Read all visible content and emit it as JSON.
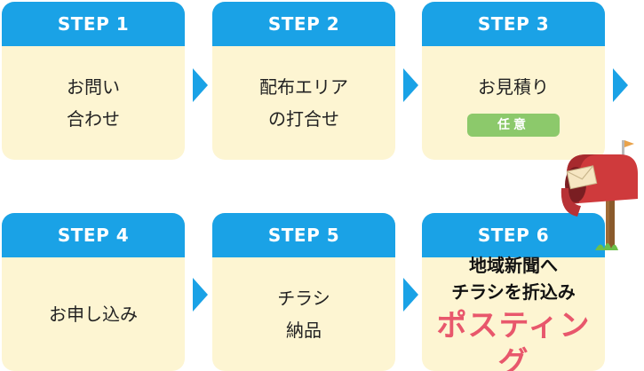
{
  "steps": [
    {
      "label": "STEP 1",
      "lines": [
        "お問い",
        "合わせ"
      ]
    },
    {
      "label": "STEP 2",
      "lines": [
        "配布エリア",
        "の打合せ"
      ]
    },
    {
      "label": "STEP 3",
      "lines": [
        "お見積り"
      ],
      "badge": "任意"
    },
    {
      "label": "STEP 4",
      "lines": [
        "お申し込み"
      ]
    },
    {
      "label": "STEP 5",
      "lines": [
        "チラシ",
        "納品"
      ]
    },
    {
      "label": "STEP 6",
      "lines": [
        "地域新聞へ",
        "チラシを折込み"
      ],
      "highlight": "ポスティング"
    }
  ],
  "colors": {
    "header": "#1aa2e6",
    "card": "#fdf5d2",
    "badge": "#8cc96b",
    "highlight": "#e8576c"
  },
  "icons": [
    "chevron-right-icon",
    "mailbox-icon"
  ]
}
